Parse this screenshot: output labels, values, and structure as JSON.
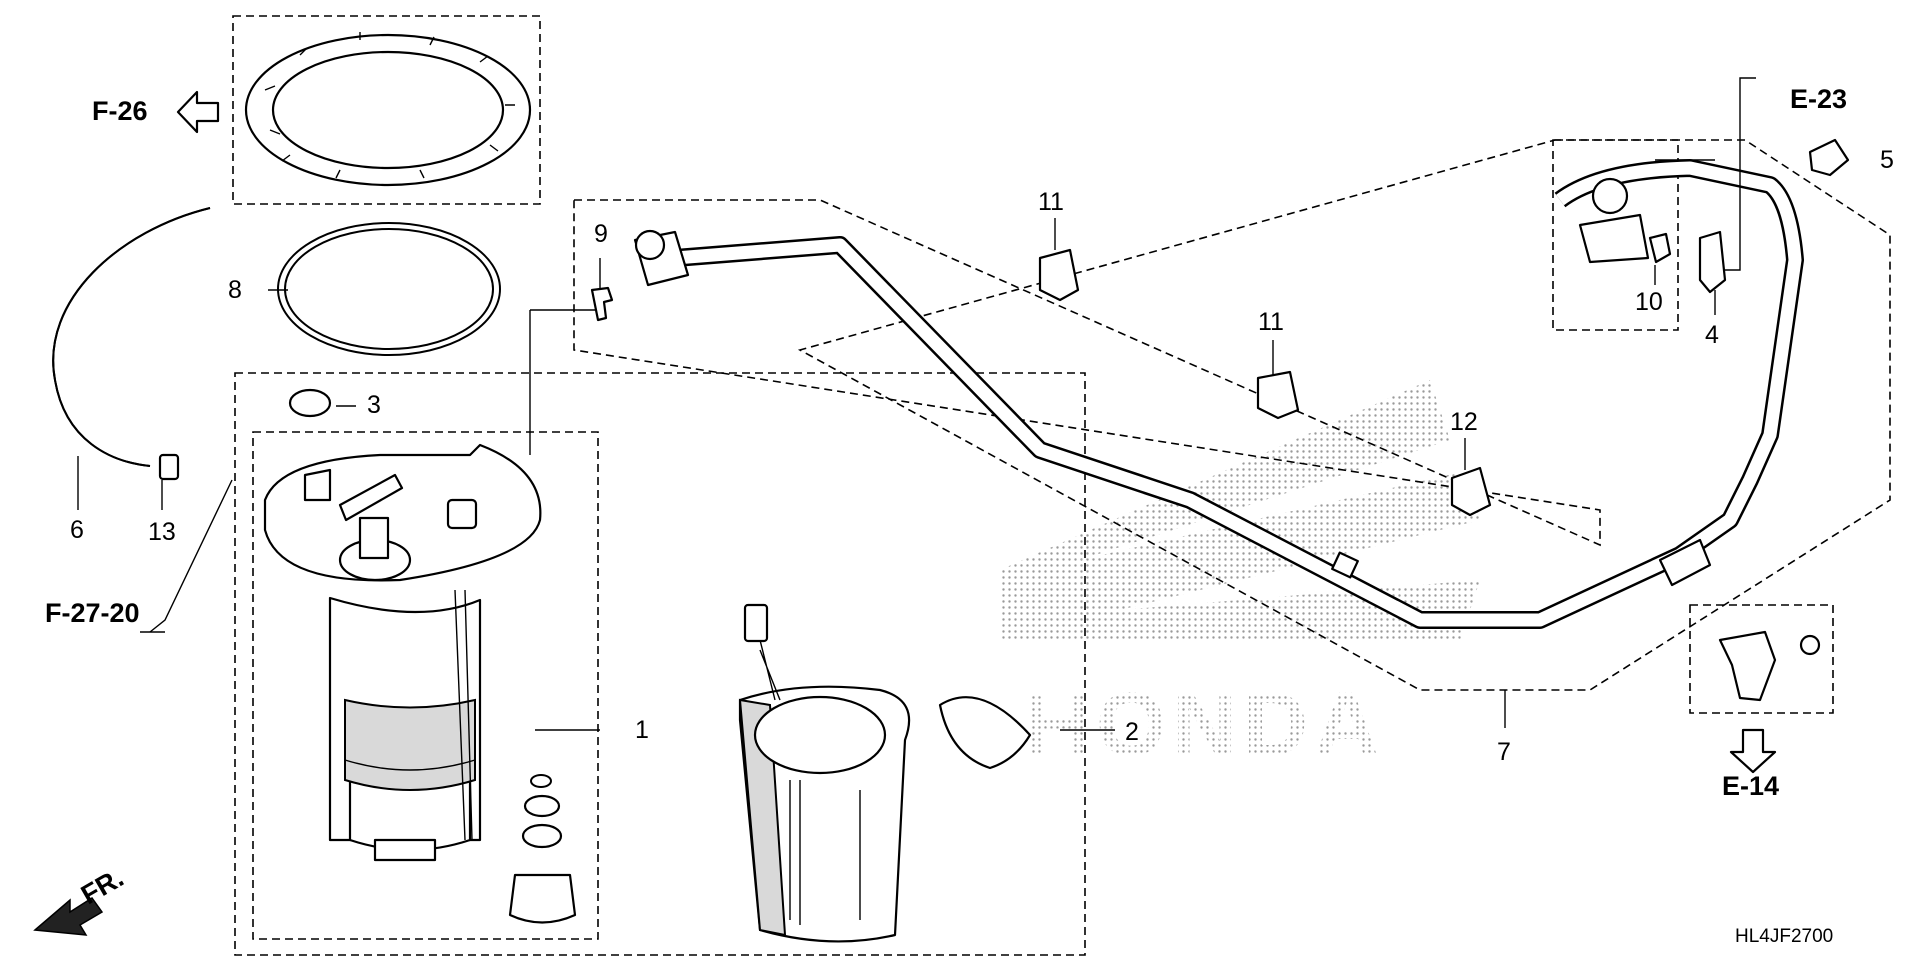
{
  "diagram": {
    "code": "HL4JF2700",
    "direction_label": "FR.",
    "watermark": "HONDA",
    "cross_references": [
      "F-26",
      "E-23",
      "F-27-20",
      "E-14"
    ],
    "callouts": [
      "1",
      "2",
      "3",
      "4",
      "5",
      "6",
      "7",
      "8",
      "9",
      "10",
      "11",
      "11",
      "12",
      "13"
    ]
  }
}
